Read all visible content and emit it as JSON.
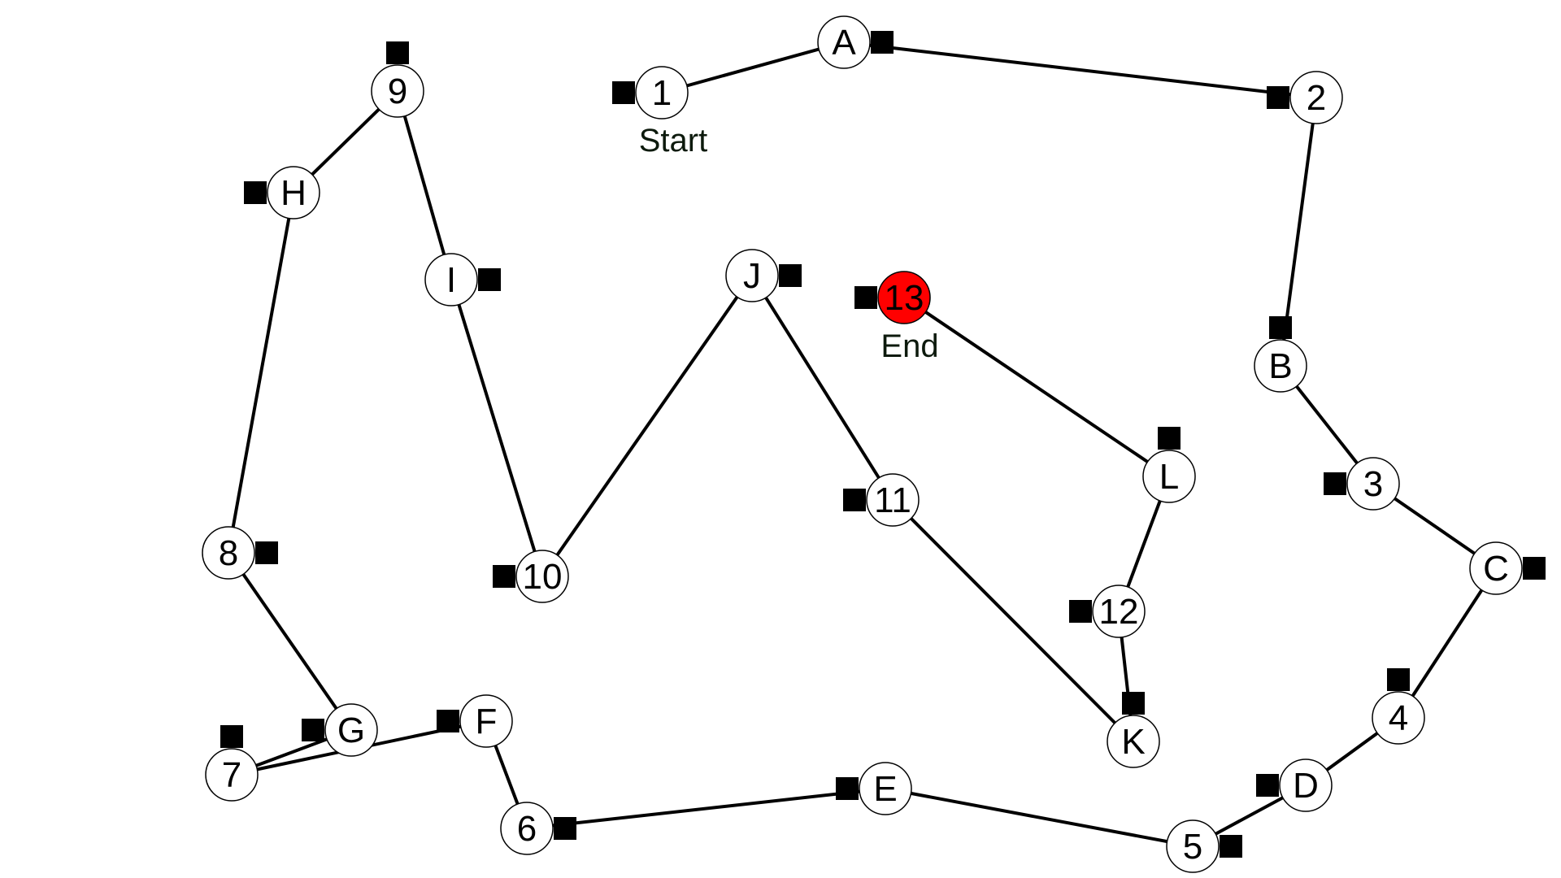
{
  "colors": {
    "default_fill": "#ffffff",
    "end_fill": "#ff0000",
    "line": "#000000",
    "marker": "#000000",
    "caption": "#0d1a0d"
  },
  "start_label": "Start",
  "end_label": "End",
  "path": [
    "1",
    "A",
    "2",
    "B",
    "3",
    "C",
    "4",
    "D",
    "5",
    "E",
    "6",
    "F",
    "7",
    "G",
    "8",
    "H",
    "9",
    "I",
    "10",
    "J",
    "11",
    "K",
    "12",
    "L",
    "13"
  ],
  "nodes": [
    {
      "id": "1",
      "label": "1"
    },
    {
      "id": "A",
      "label": "A"
    },
    {
      "id": "2",
      "label": "2"
    },
    {
      "id": "B",
      "label": "B"
    },
    {
      "id": "3",
      "label": "3"
    },
    {
      "id": "C",
      "label": "C"
    },
    {
      "id": "4",
      "label": "4"
    },
    {
      "id": "D",
      "label": "D"
    },
    {
      "id": "5",
      "label": "5"
    },
    {
      "id": "E",
      "label": "E"
    },
    {
      "id": "6",
      "label": "6"
    },
    {
      "id": "F",
      "label": "F"
    },
    {
      "id": "7",
      "label": "7"
    },
    {
      "id": "G",
      "label": "G"
    },
    {
      "id": "8",
      "label": "8"
    },
    {
      "id": "H",
      "label": "H"
    },
    {
      "id": "9",
      "label": "9"
    },
    {
      "id": "I",
      "label": "I"
    },
    {
      "id": "10",
      "label": "10"
    },
    {
      "id": "J",
      "label": "J"
    },
    {
      "id": "11",
      "label": "11"
    },
    {
      "id": "K",
      "label": "K"
    },
    {
      "id": "12",
      "label": "12"
    },
    {
      "id": "L",
      "label": "L"
    },
    {
      "id": "13",
      "label": "13"
    }
  ]
}
